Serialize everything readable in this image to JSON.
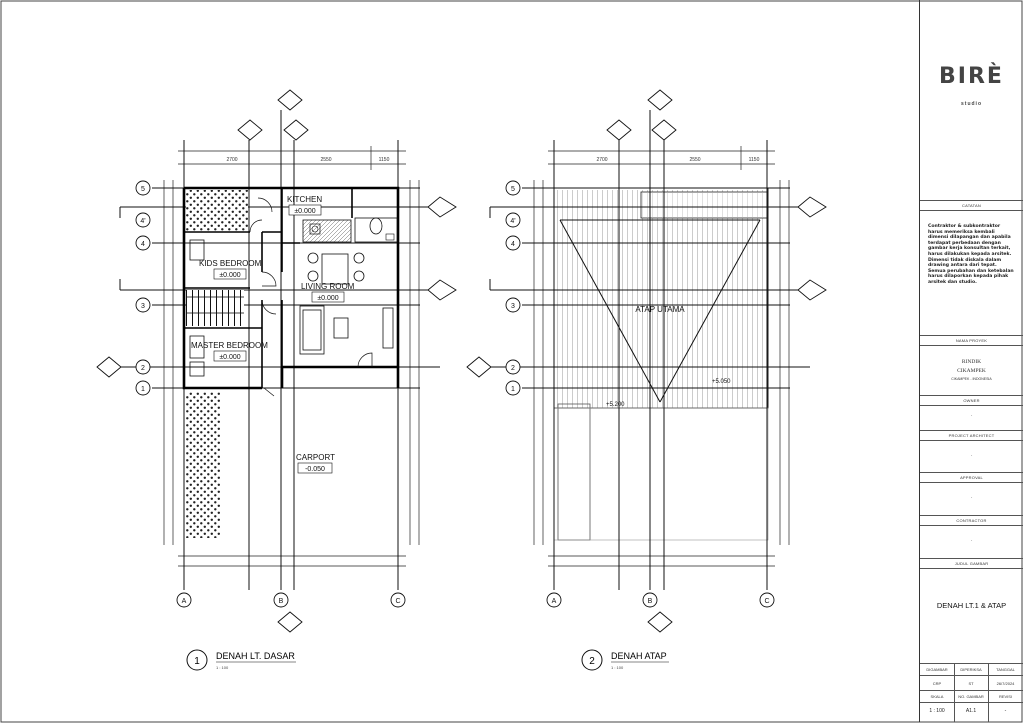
{
  "plans": {
    "ground": {
      "number": "1",
      "title": "DENAH LT. DASAR",
      "scale": "1 : 100",
      "rooms": {
        "kitchen": "KITCHEN",
        "kitchen_level": "±0.000",
        "kids_bedroom": "KIDS BEDROOM",
        "kids_level": "±0.000",
        "living_room": "LIVING ROOM",
        "living_level": "±0.000",
        "master_bedroom": "MASTER BEDROOM",
        "master_level": "±0.000",
        "carport": "CARPORT",
        "carport_level": "-0.050"
      }
    },
    "roof": {
      "number": "2",
      "title": "DENAH ATAP",
      "scale": "1 : 100",
      "labels": {
        "main_roof": "ATAP UTAMA",
        "level_a": "+5.050",
        "level_b": "+5.200"
      }
    }
  },
  "dimensions": {
    "top": [
      "2700",
      "2550",
      "1150"
    ]
  },
  "grid": {
    "rows": [
      "5",
      "4'",
      "4",
      "3",
      "2",
      "1"
    ],
    "cols": [
      "A",
      "B",
      "C"
    ]
  },
  "title_block": {
    "logo": "BIRÈ",
    "logo_sub": "studio",
    "sections": {
      "catatan": "CATATAN",
      "project_name": "NAMA PROYEK",
      "owner": "OWNER",
      "project_architect": "PROJECT ARCHITECT",
      "approval": "APPROVAL",
      "contractor": "CONTRACTOR",
      "judul_gambar": "JUDUL GAMBAR"
    },
    "notes": "Contraktor & subkontraktor harus memeriksa kembali dimensi dilapangan dan apabila terdapat perbedaan dengan gambar kerja konsultan terkait, harus dilakukan kepada arsitek. Dimensi tidak diskala dalam drawing antara dari tepat. Semua perubahan dan ketebalan harus dilaporkan kepada pihak arsitek dan studio.",
    "project_name_line1": "RINDIK",
    "project_name_line2": "CIKAMPEK",
    "project_location": "CIKAMPEK - INDONESIA",
    "owner_value": "-",
    "architect_value": "-",
    "approval_value": "-",
    "contractor_value": "-",
    "sheet_title": "DENAH LT.1 & ATAP",
    "table": {
      "head1": [
        "DIGAMBAR",
        "DIPERIKSA",
        "TANGGAL"
      ],
      "row1": [
        "CRP",
        "ST",
        "26/7/2024"
      ],
      "head2": [
        "SKALA",
        "NO. GAMBAR",
        "REVISI"
      ],
      "row2": [
        "1 : 100",
        "A1.1",
        "-"
      ]
    }
  }
}
